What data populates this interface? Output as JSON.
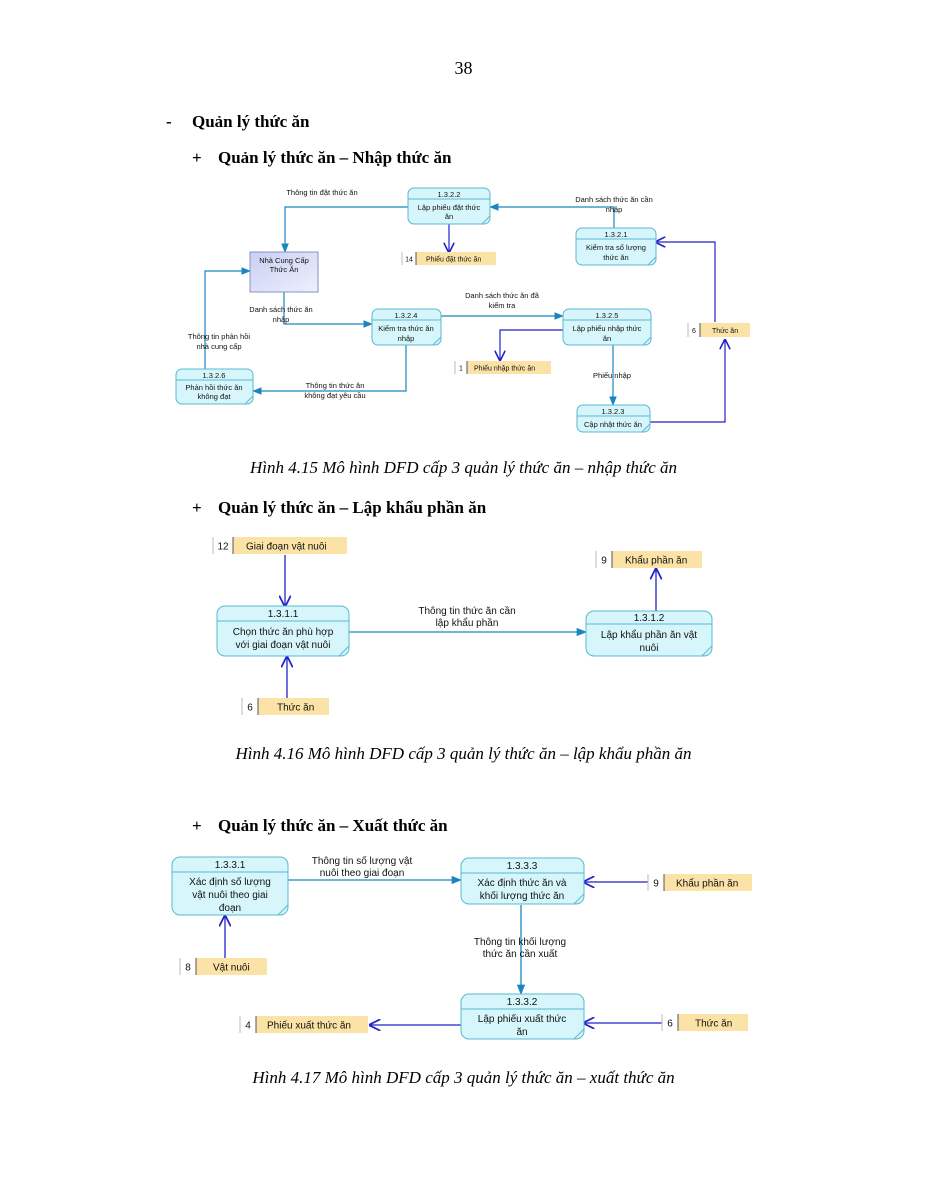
{
  "page_number": "38",
  "sections": {
    "main": {
      "bullet": "-",
      "title": "Quản lý thức ăn"
    },
    "sub1": {
      "bullet": "+",
      "title": "Quản lý thức ăn – Nhập thức ăn"
    },
    "sub2": {
      "bullet": "+",
      "title": "Quản lý thức ăn – Lập khẩu phần ăn"
    },
    "sub3": {
      "bullet": "+",
      "title": "Quản lý thức ăn – Xuất thức ăn"
    }
  },
  "captions": {
    "fig15": "Hình 4.15 Mô hình DFD cấp 3 quản lý thức ăn – nhập thức ăn",
    "fig16": "Hình 4.16 Mô hình DFD cấp 3 quản lý thức ăn – lập khẩu phần ăn",
    "fig17": "Hình 4.17 Mô hình DFD cấp 3 quản lý thức ăn – xuất thức ăn"
  },
  "colors": {
    "process_fill": "#d6f6fb",
    "process_border": "#57b9d0",
    "store_fill": "#fbe2a6",
    "entity_fill": "#d8dcf6",
    "flow_cyan": "#1a86c0",
    "flow_blue": "#2222cc"
  },
  "diagram1": {
    "processes": {
      "p1322": {
        "id": "1.3.2.2",
        "line1": "Lập phiếu đặt thức",
        "line2": "ăn"
      },
      "p1321": {
        "id": "1.3.2.1",
        "line1": "Kiểm tra số lượng",
        "line2": "thức ăn"
      },
      "p1324": {
        "id": "1.3.2.4",
        "line1": "Kiểm tra thức ăn",
        "line2": "nhập"
      },
      "p1325": {
        "id": "1.3.2.5",
        "line1": "Lập phiếu nhập thức",
        "line2": "ăn"
      },
      "p1326": {
        "id": "1.3.2.6",
        "line1": "Phản hồi thức ăn",
        "line2": "không đạt"
      },
      "p1323": {
        "id": "1.3.2.3",
        "line1": "Cập nhật thức ăn"
      }
    },
    "entity": {
      "line1": "Nhà Cung Cấp",
      "line2": "Thức Ăn"
    },
    "stores": {
      "s14": {
        "num": "14",
        "label": "Phiếu đặt thức ăn"
      },
      "s1": {
        "num": "1",
        "label": "Phiếu nhập thức ăn"
      },
      "s6": {
        "num": "6",
        "label": "Thức ăn"
      }
    },
    "flows": {
      "f1": "Thông tin đặt thức ăn",
      "f2a": "Danh sách thức ăn cần",
      "f2b": "nhập",
      "f3a": "Danh sách thức ăn",
      "f3b": "nhập",
      "f4a": "Danh sách thức ăn đã",
      "f4b": "kiểm tra",
      "f5a": "Thông tin phản hồi",
      "f5b": "nhà cung cấp",
      "f6a": "Thông tin thức ăn",
      "f6b": "không đạt yêu cầu",
      "f7": "Phiếu nhập"
    }
  },
  "diagram2": {
    "processes": {
      "p1311": {
        "id": "1.3.1.1",
        "line1": "Chọn thức ăn phù hợp",
        "line2": "với giai đoạn vật nuôi"
      },
      "p1312": {
        "id": "1.3.1.2",
        "line1": "Lập khẩu phần ăn vật",
        "line2": "nuôi"
      }
    },
    "stores": {
      "s12": {
        "num": "12",
        "label": "Giai đoạn vật nuôi"
      },
      "s6": {
        "num": "6",
        "label": "Thức ăn"
      },
      "s9": {
        "num": "9",
        "label": "Khẩu phần ăn"
      }
    },
    "flows": {
      "f1a": "Thông tin thức ăn cần",
      "f1b": "lập khẩu phần"
    }
  },
  "diagram3": {
    "processes": {
      "p1331": {
        "id": "1.3.3.1",
        "line1": "Xác định số lượng",
        "line2": "vật nuôi theo giai",
        "line3": "đoạn"
      },
      "p1333": {
        "id": "1.3.3.3",
        "line1": "Xác định thức ăn và",
        "line2": "khối lượng thức ăn"
      },
      "p1332": {
        "id": "1.3.3.2",
        "line1": "Lập phiếu xuất thức",
        "line2": "ăn"
      }
    },
    "stores": {
      "s8": {
        "num": "8",
        "label": "Vật nuôi"
      },
      "s9": {
        "num": "9",
        "label": "Khẩu phần ăn"
      },
      "s4": {
        "num": "4",
        "label": "Phiếu xuất thức ăn"
      },
      "s6": {
        "num": "6",
        "label": "Thức ăn"
      }
    },
    "flows": {
      "f1a": "Thông tin số lượng vật",
      "f1b": "nuôi theo giai đoạn",
      "f2a": "Thông tin khối lượng",
      "f2b": "thức ăn cần xuất"
    }
  }
}
